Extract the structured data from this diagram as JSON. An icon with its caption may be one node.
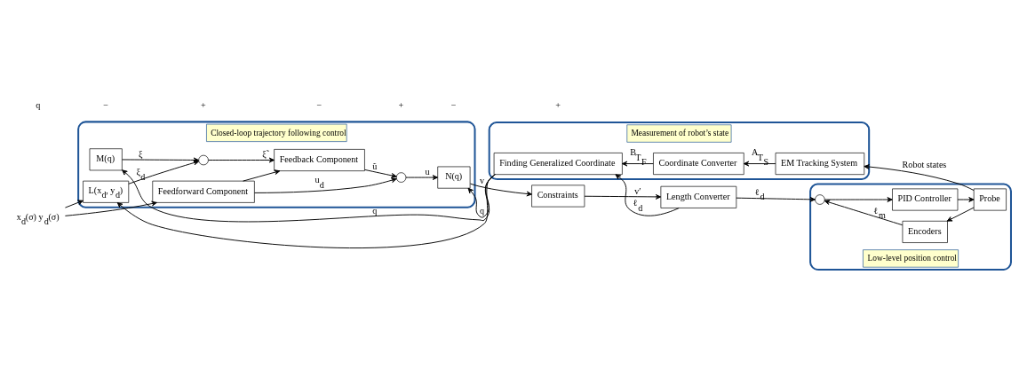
{
  "diagram": {
    "nodes": [
      {
        "text": [
          "Closed-loop trajectory following control"
        ]
      },
      {
        "text": [
          "M(q)"
        ],
        "in": 0
      },
      {
        "text": [
          "L(x$_{d}$, y$_{d}$)"
        ],
        "in": 0
      },
      {
        "text": [],
        "shape": "circle",
        "in": 0
      },
      {
        "text": [
          "Feedback Component"
        ],
        "in": 0
      },
      {
        "text": [
          "Feedforward Component"
        ],
        "in": 0
      },
      {
        "text": [],
        "shape": "circle",
        "in": 0
      },
      {
        "text": [
          "N(q)"
        ],
        "in": 0
      },
      {
        "text": [
          "Constraints"
        ]
      },
      {
        "text": [
          "Length Converter"
        ]
      },
      {
        "text": [
          "Measurement of robot’s state"
        ]
      },
      {
        "text": [
          "Finding Generalized Coordinate"
        ],
        "in": 10
      },
      {
        "text": [
          "Coordinate Converter"
        ],
        "in": 10
      },
      {
        "text": [
          "EM Tracking System"
        ],
        "in": 10
      },
      {
        "text": [
          "Low-level position control"
        ]
      },
      {
        "text": [
          "Encoders"
        ],
        "in": 14
      },
      {
        "text": [],
        "shape": "circle",
        "in": 14
      },
      {
        "text": [
          "PID Controller"
        ],
        "in": 14
      },
      {
        "text": [
          "Probe"
        ],
        "in": 14
      },
      {
        "text": [
          "x$_{d}$(σ) y$_{d}$(σ)"
        ]
      }
    ],
    "edges": [
      {
        "from": 19,
        "to": 2,
        "arrow": "to"
      },
      {
        "from": 19,
        "to": 5,
        "arrow": "to"
      },
      {
        "from": 11,
        "to": 1,
        "arrow": "to",
        "label": "q"
      },
      {
        "from": 11,
        "to": 2,
        "arrow": "to"
      },
      {
        "from": 1,
        "to": 3,
        "arrow": "to",
        "label": "ξ"
      },
      {
        "from": 2,
        "to": 3,
        "arrow": "to",
        "label": "ξ$_{d}$"
      },
      {
        "from": 3,
        "to": 4,
        "arrow": "to",
        "label": "ξ̃"
      },
      {
        "from": 5,
        "to": 4,
        "arrow": "to"
      },
      {
        "from": 4,
        "to": 6,
        "arrow": "to",
        "label": "ũ"
      },
      {
        "from": 5,
        "to": 6,
        "arrow": "to",
        "label": "u$_{d}$"
      },
      {
        "from": 6,
        "to": 7,
        "arrow": "to",
        "label": "u"
      },
      {
        "from": 11,
        "to": 7,
        "arrow": "to",
        "label": "q"
      },
      {
        "from": 7,
        "to": 8,
        "arrow": "to",
        "label": "v"
      },
      {
        "from": 8,
        "to": 9,
        "arrow": "to",
        "label": "v′"
      },
      {
        "from": 9,
        "to": 11,
        "arrow": "to",
        "label": "ℓ$_{d}$"
      },
      {
        "from": 9,
        "to": 16,
        "arrow": "to",
        "label": "ℓ$_{d}$"
      },
      {
        "from": 13,
        "to": 12,
        "arrow": "to",
        "label": "$^{A}$T$_{S}$"
      },
      {
        "from": 12,
        "to": 11,
        "arrow": "to",
        "label": "$^{B}$T$_{F}$"
      },
      {
        "from": 18,
        "to": 13,
        "arrow": "to",
        "label": "Robot states"
      },
      {
        "from": 18,
        "to": 15,
        "arrow": "to"
      },
      {
        "from": 15,
        "to": 16,
        "arrow": "to",
        "label": "ℓ$_{m}$"
      },
      {
        "from": 16,
        "to": 17,
        "arrow": "to"
      },
      {
        "from": 17,
        "to": 18,
        "arrow": "to"
      }
    ],
    "labels": [
      "q",
      "−",
      "+",
      "−",
      "+",
      "−",
      "+"
    ]
  }
}
